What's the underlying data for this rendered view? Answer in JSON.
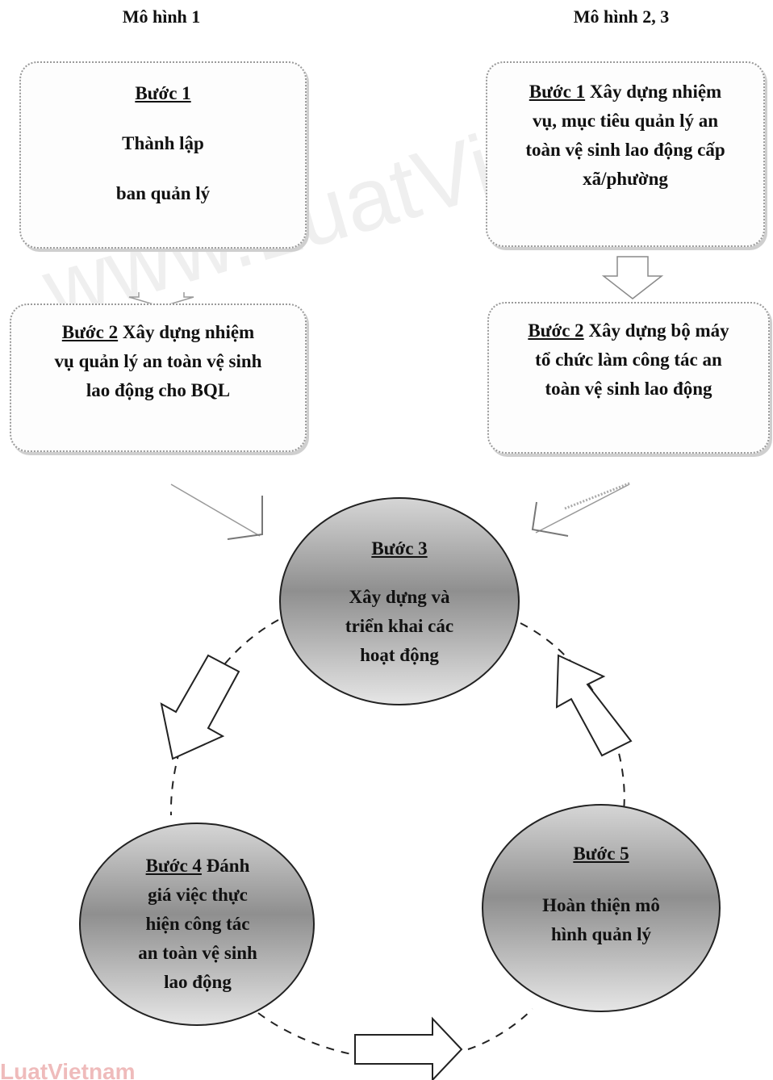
{
  "headers": {
    "model_1": "Mô hình 1",
    "model_23": "Mô hình 2, 3"
  },
  "model_1": {
    "step1": {
      "label": "Bước 1",
      "line1": "Thành lập",
      "line2": "ban quản lý"
    },
    "step2": {
      "label": "Bước 2",
      "line1": "Xây dựng nhiệm",
      "line2": "vụ quản lý an toàn vệ sinh",
      "line3": "lao động cho BQL"
    }
  },
  "model_23": {
    "step1": {
      "label": "Bước 1",
      "line1": "Xây dựng nhiệm",
      "line2": "vụ, mục tiêu quản lý an",
      "line3": "toàn vệ sinh lao động cấp",
      "line4": "xã/phường"
    },
    "step2": {
      "label": "Bước 2",
      "line1": "Xây dựng bộ máy",
      "line2": "tổ chức làm công tác an",
      "line3": "toàn vệ sinh lao động"
    }
  },
  "cycle": {
    "step3": {
      "label": "Bước 3",
      "line1": "Xây dựng và",
      "line2": "triển khai các",
      "line3": "hoạt động"
    },
    "step4": {
      "label": "Bước 4",
      "line1": "Đánh",
      "line2": "giá việc thực",
      "line3": "hiện công tác",
      "line4": "an toàn vệ sinh",
      "line5": "lao động"
    },
    "step5": {
      "label": "Bước 5",
      "line1": "Hoàn thiện mô",
      "line2": "hình quản lý"
    }
  },
  "watermark": "www.LuatVietnam",
  "logo": "LuatVietnam"
}
